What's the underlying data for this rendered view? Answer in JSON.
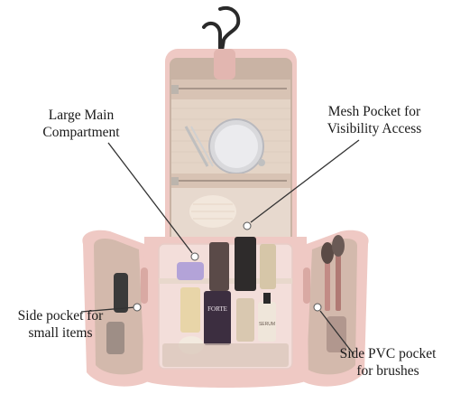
{
  "callouts": {
    "main_compartment": {
      "line1": "Large Main",
      "line2": "Compartment"
    },
    "mesh_pocket": {
      "line1": "Mesh Pocket for",
      "line2": "Visibility Access"
    },
    "side_pocket_left": {
      "line1": "Side pocket for",
      "line2": "small items"
    },
    "side_pocket_right": {
      "line1": "Side PVC pocket",
      "line2": "for brushes"
    }
  },
  "product_text": {
    "bottle_label_1": "FORTE",
    "bottle_label_2": "SERUM"
  },
  "colors": {
    "bag_pink": "#efc9c4",
    "bag_pink_dark": "#d9a9a3",
    "lining": "#c9b3a4",
    "mesh": "#e9d9cd",
    "zipper": "#cfc6bd",
    "callout_line": "#333333",
    "text": "#1a1a1a"
  }
}
